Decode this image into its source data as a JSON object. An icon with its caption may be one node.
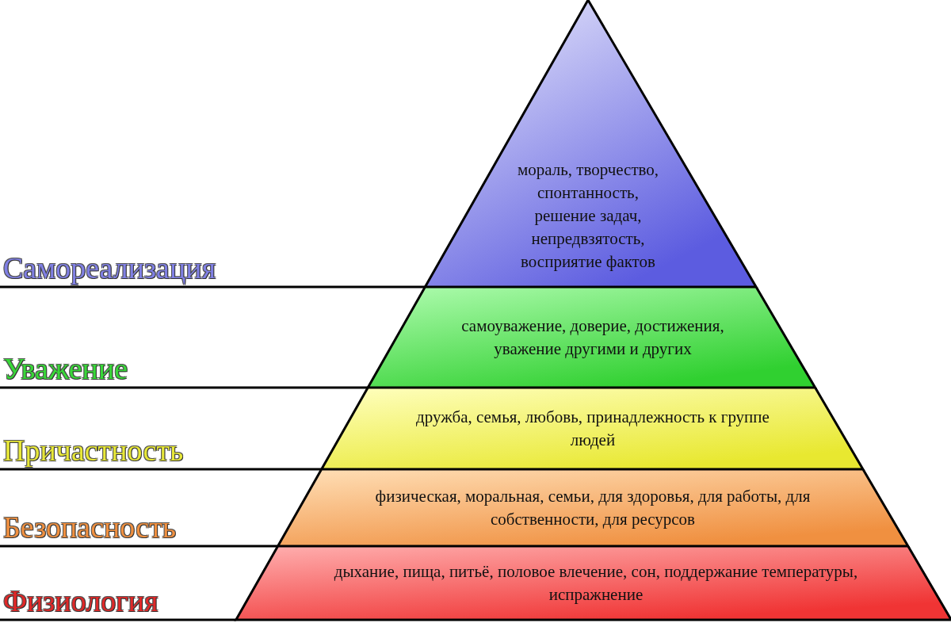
{
  "diagram": {
    "nodes": [
      {
        "text": [
          "Самореализация",
          "мораль, творчество, спонтанность, решение задач, непредвзятость, восприятие фактов"
        ]
      },
      {
        "text": [
          "Уважение",
          "самоуважение, доверие, достижения, уважение другими и других"
        ]
      },
      {
        "text": [
          "Причастность",
          "дружба, семья, любовь, принадлежность к группе людей"
        ]
      },
      {
        "text": [
          "Безопасность",
          "физическая, моральная, семьи, для здоровья, для работы, для собственности, для ресурсов"
        ]
      },
      {
        "text": [
          "Физиология",
          "дыхание, пища, питьё, половое влечение, сон, поддержание температуры, испражнение"
        ]
      }
    ]
  }
}
